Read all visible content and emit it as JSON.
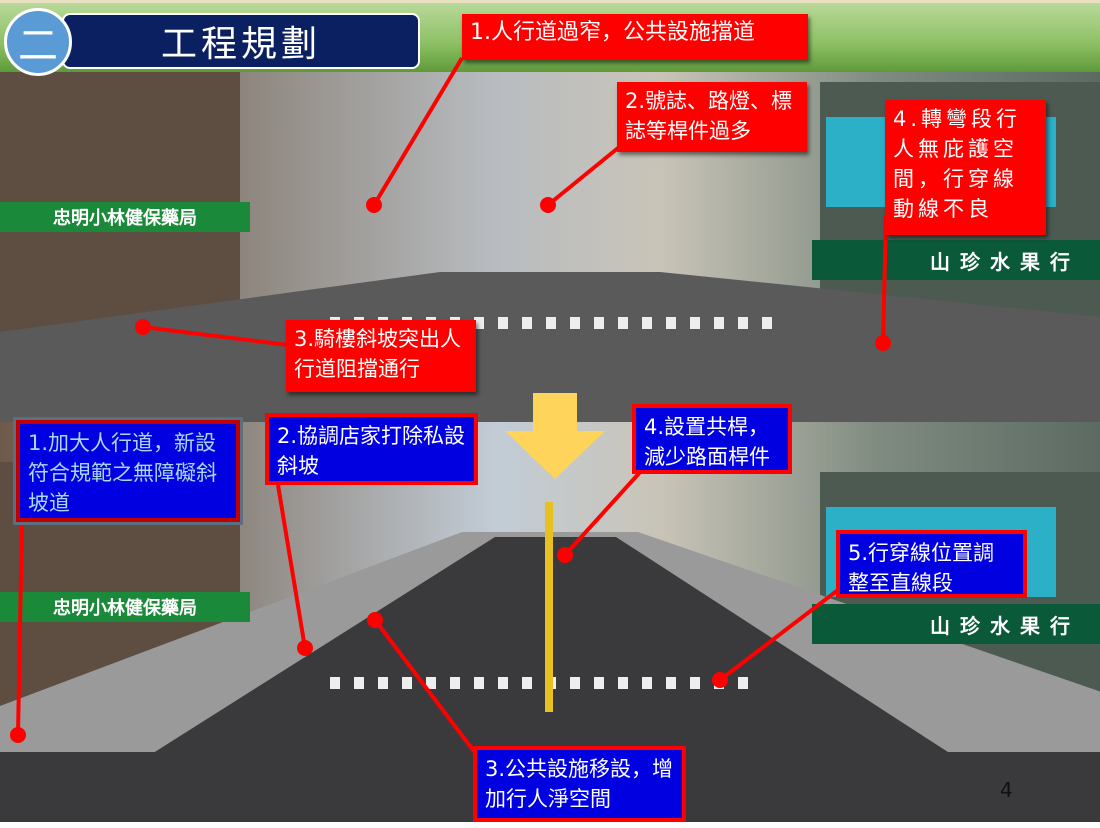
{
  "header": {
    "section_number": "二",
    "title": "工程規劃"
  },
  "before_photo": {
    "shop_sign": "忠明小林健保藥局",
    "store_sign": "山珍水果行",
    "callouts": [
      {
        "text": "1.人行道過窄，公共設施擋道"
      },
      {
        "text": "2.號誌、路燈、標誌等桿件過多"
      },
      {
        "text": "3.騎樓斜坡突出人行道阻擋通行"
      },
      {
        "text": "4.轉彎段行人無庇護空間，行穿線動線不良"
      }
    ]
  },
  "after_photo": {
    "shop_sign": "忠明小林健保藥局",
    "store_sign": "山珍水果行",
    "callouts": [
      {
        "text": "1.加大人行道，新設符合規範之無障礙斜坡道"
      },
      {
        "text": "2.協調店家打除私設斜坡"
      },
      {
        "text": "3.公共設施移設，增加行人淨空間"
      },
      {
        "text": "4.設置共桿，減少路面桿件"
      },
      {
        "text": "5.行穿線位置調整至直線段"
      }
    ]
  },
  "page_number": "4",
  "colors": {
    "callout_red": "#ff0000",
    "callout_blue": "#0000e0",
    "title_navy": "#0b2060",
    "header_green": "#8cbf63",
    "arrow_yellow": "#ffd45a"
  }
}
